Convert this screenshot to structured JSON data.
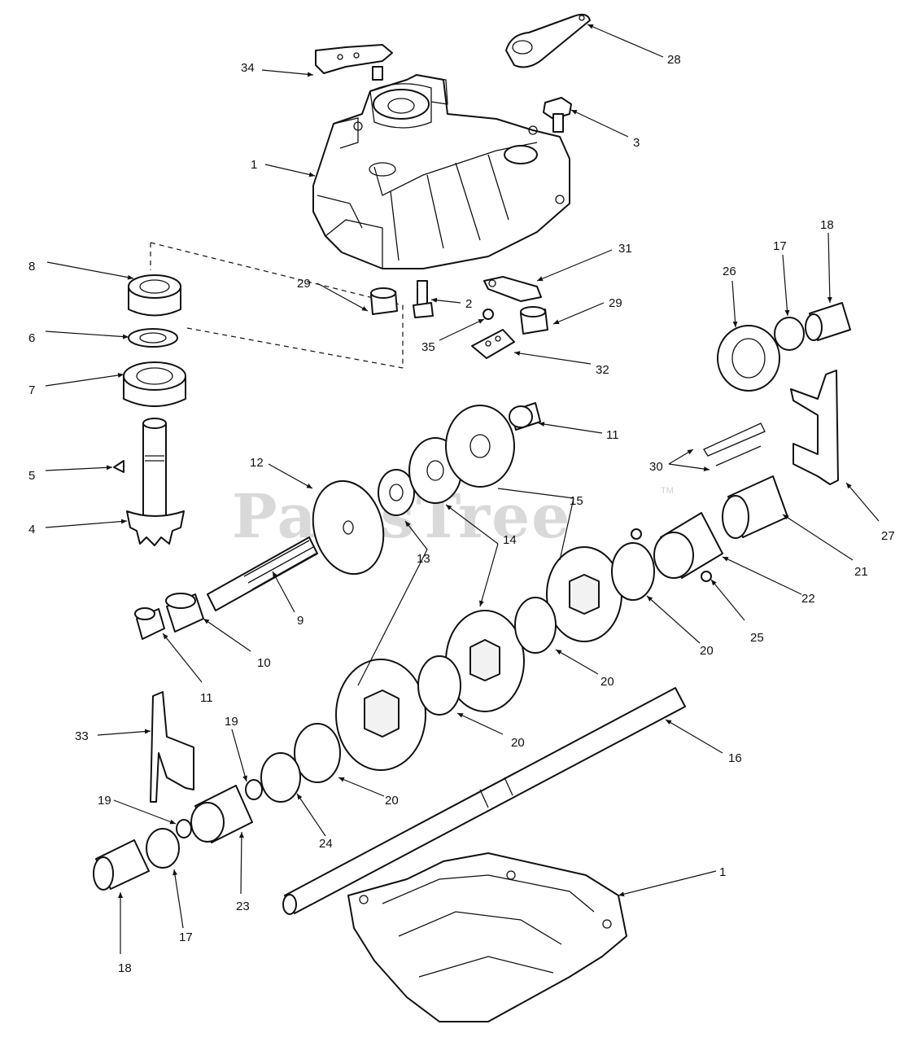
{
  "watermark": {
    "text": "PartsTree",
    "trademark": "TM"
  },
  "callouts": [
    {
      "id": "c28",
      "text": "28"
    },
    {
      "id": "c34",
      "text": "34"
    },
    {
      "id": "c3",
      "text": "3"
    },
    {
      "id": "c1a",
      "text": "1"
    },
    {
      "id": "c31",
      "text": "31"
    },
    {
      "id": "c29a",
      "text": "29"
    },
    {
      "id": "c2",
      "text": "2"
    },
    {
      "id": "c29b",
      "text": "29"
    },
    {
      "id": "c35",
      "text": "35"
    },
    {
      "id": "c32",
      "text": "32"
    },
    {
      "id": "c8",
      "text": "8"
    },
    {
      "id": "c6",
      "text": "6"
    },
    {
      "id": "c7",
      "text": "7"
    },
    {
      "id": "c5",
      "text": "5"
    },
    {
      "id": "c4",
      "text": "4"
    },
    {
      "id": "c26",
      "text": "26"
    },
    {
      "id": "c17a",
      "text": "17"
    },
    {
      "id": "c18a",
      "text": "18"
    },
    {
      "id": "c11a",
      "text": "11"
    },
    {
      "id": "c12",
      "text": "12"
    },
    {
      "id": "c15",
      "text": "15"
    },
    {
      "id": "c30",
      "text": "30"
    },
    {
      "id": "c27",
      "text": "27"
    },
    {
      "id": "c13",
      "text": "13"
    },
    {
      "id": "c14",
      "text": "14"
    },
    {
      "id": "c21",
      "text": "21"
    },
    {
      "id": "c22",
      "text": "22"
    },
    {
      "id": "c9",
      "text": "9"
    },
    {
      "id": "c10",
      "text": "10"
    },
    {
      "id": "c25",
      "text": "25"
    },
    {
      "id": "c20a",
      "text": "20"
    },
    {
      "id": "c11b",
      "text": "11"
    },
    {
      "id": "c20b",
      "text": "20"
    },
    {
      "id": "c20c",
      "text": "20"
    },
    {
      "id": "c16",
      "text": "16"
    },
    {
      "id": "c33",
      "text": "33"
    },
    {
      "id": "c19a",
      "text": "19"
    },
    {
      "id": "c20d",
      "text": "20"
    },
    {
      "id": "c19b",
      "text": "19"
    },
    {
      "id": "c24",
      "text": "24"
    },
    {
      "id": "c1b",
      "text": "1"
    },
    {
      "id": "c23",
      "text": "23"
    },
    {
      "id": "c17b",
      "text": "17"
    },
    {
      "id": "c18b",
      "text": "18"
    }
  ]
}
